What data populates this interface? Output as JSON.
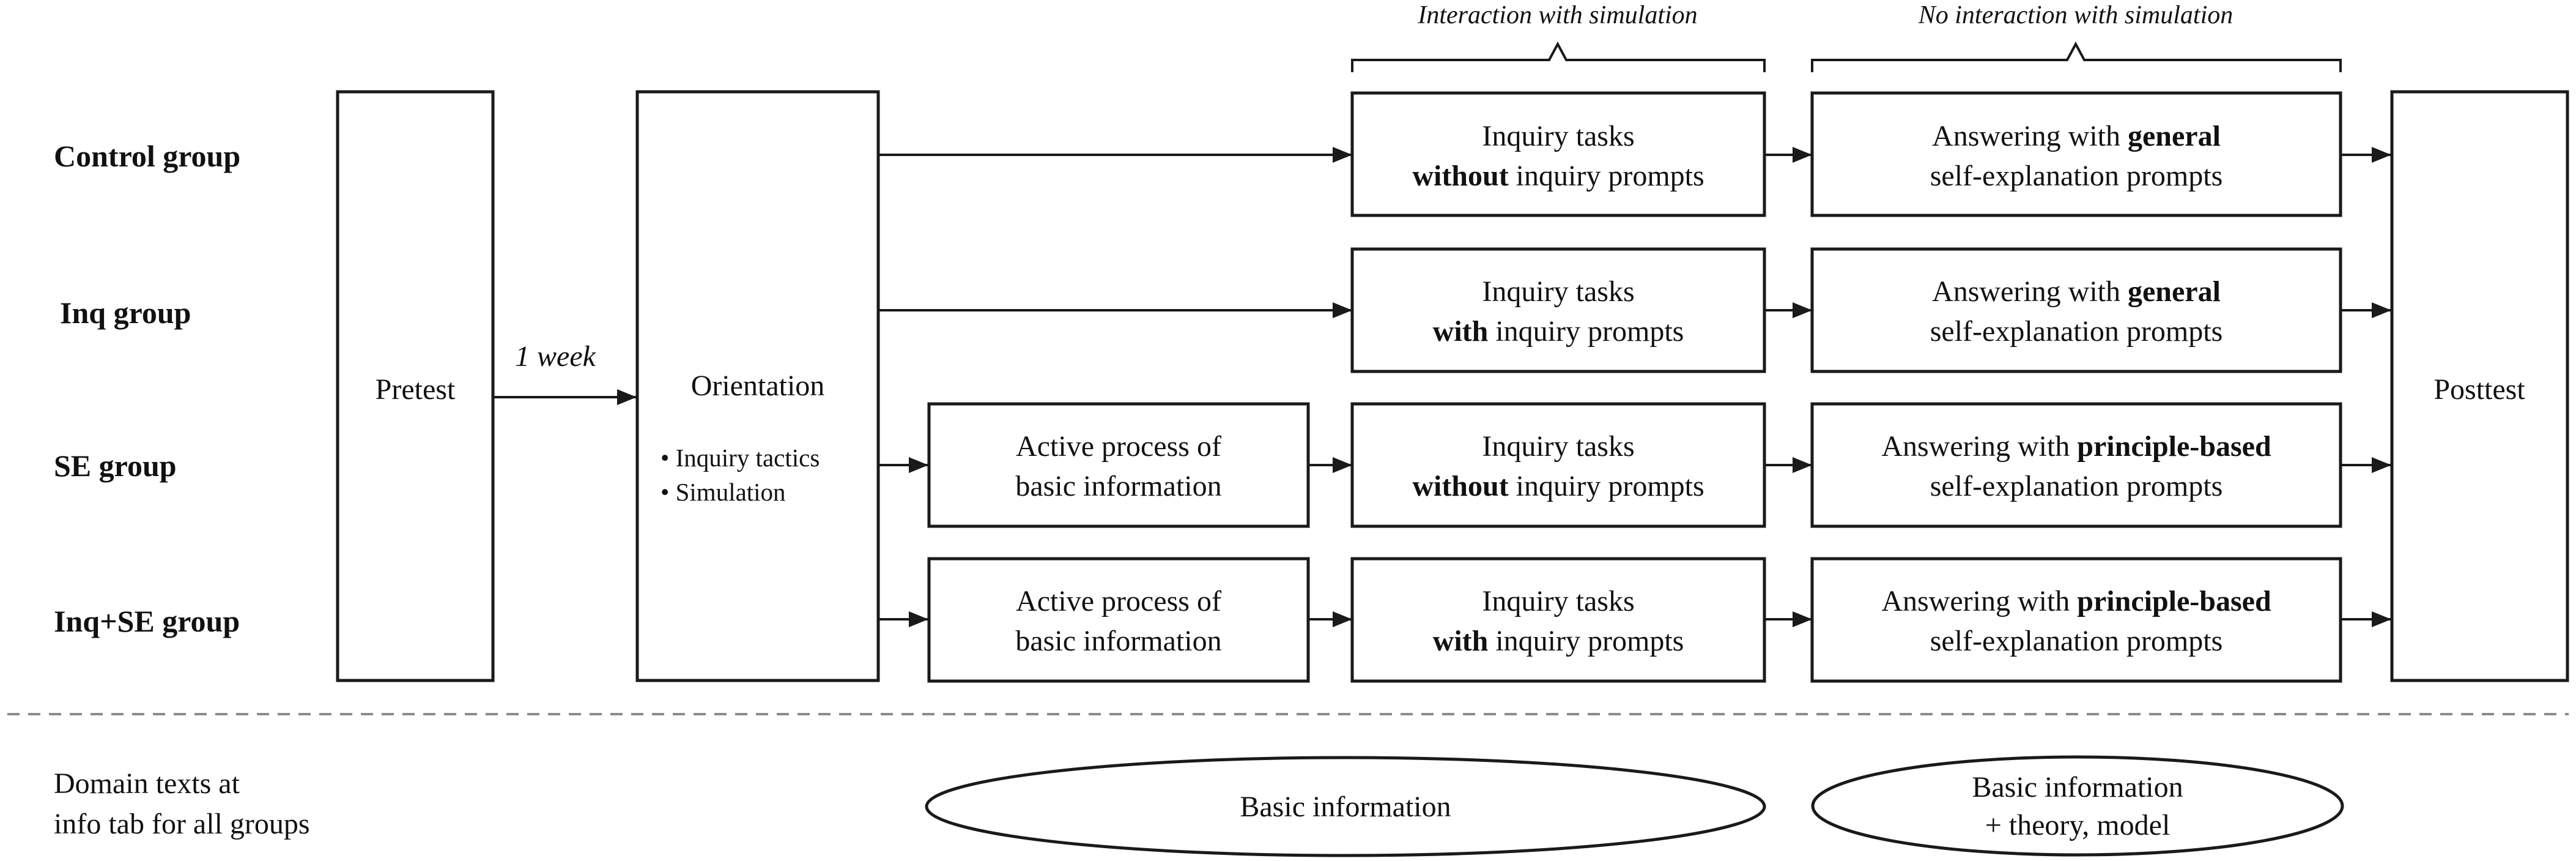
{
  "headers": {
    "interaction": "Interaction with simulation",
    "no_interaction": "No interaction with simulation"
  },
  "groups": {
    "control": "Control group",
    "inq": "Inq group",
    "se": "SE group",
    "inqse": "Inq+SE group"
  },
  "pretest": "Pretest",
  "posttest": "Posttest",
  "delay": "1 week",
  "orientation": {
    "title": "Orientation",
    "bullets": [
      "• Inquiry tactics",
      "• Simulation"
    ]
  },
  "active": {
    "line1": "Active process of",
    "line2": "basic information"
  },
  "inquiry": {
    "line1": "Inquiry tasks",
    "without": "without",
    "with": "with",
    "rest": "inquiry prompts"
  },
  "answer": {
    "prefix": "Answering with",
    "general": "general",
    "principle": "principle-based",
    "line2": "self-explanation prompts"
  },
  "footer": {
    "left_line1": "Domain texts at",
    "left_line2": "info tab for all groups",
    "ellipse1": "Basic information",
    "ellipse2_line1": "Basic information",
    "ellipse2_line2": "+ theory, model"
  }
}
